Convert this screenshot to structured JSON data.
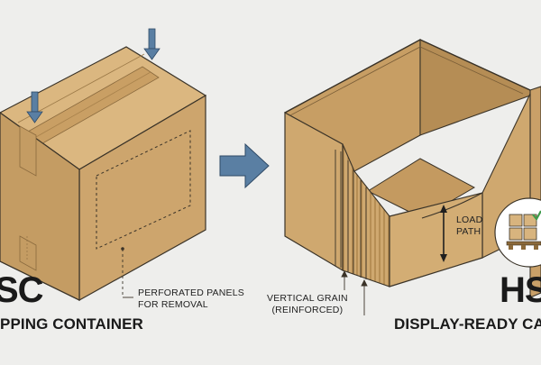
{
  "left": {
    "title": "SC",
    "subtitle": "PPING CONTAINER",
    "callout": "PERFORATED PANELS\nFOR REMOVAL"
  },
  "right": {
    "title": "HS",
    "subtitle": "DISPLAY-READY CA",
    "grain_label": "VERTICAL GRAIN\n(REINFORCED)",
    "load_label": "LOAD\nPATH"
  },
  "icons": [
    "down-arrow-icon",
    "down-arrow-icon",
    "right-arrow-icon",
    "pallet-icon",
    "checkmark-icon"
  ],
  "colors": {
    "background": "#eeeeec",
    "cardboard": "#cfa86f",
    "cardboard_dark": "#b58d55",
    "cardboard_light": "#dbb780",
    "arrow": "#5a7fa3",
    "outline": "#3a3328"
  }
}
